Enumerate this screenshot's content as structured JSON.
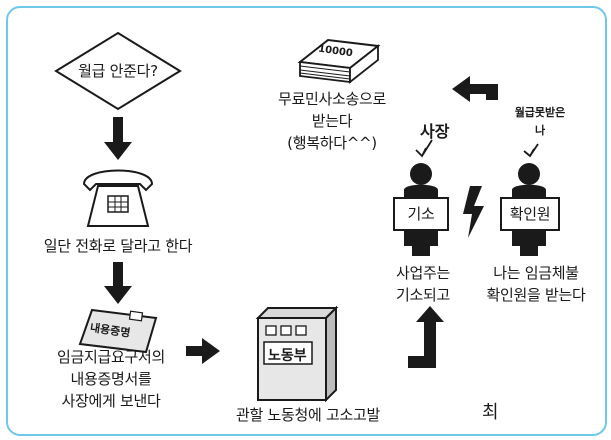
{
  "flow": {
    "q_salary": "월급 안준다?",
    "phone_step": "일단 전화로 달라고 한다",
    "certified_label": "내용증명",
    "mail_step": [
      "임금지급요구서의",
      "내용증명서를",
      "사장에게 보낸다"
    ],
    "office_label": "노동부",
    "office_step": "관할 노동청에 고소고발",
    "prosecute_label": "기소",
    "confirm_label": "확인원",
    "owner_step": [
      "사업주는",
      "기소되고"
    ],
    "worker_step": [
      "나는 임금체불",
      "확인원을 받는다"
    ],
    "owner_tag": "사장",
    "worker_tag": "월급못받은 나",
    "lawsuit_step": [
      "무료민사소송으로",
      "받는다",
      "(행복하다^^)"
    ],
    "money_label": "10000",
    "signature": "최"
  },
  "colors": {
    "frame": "#6fc7ea",
    "ink": "#1a1a1a",
    "paper": "#e7e7e7"
  }
}
